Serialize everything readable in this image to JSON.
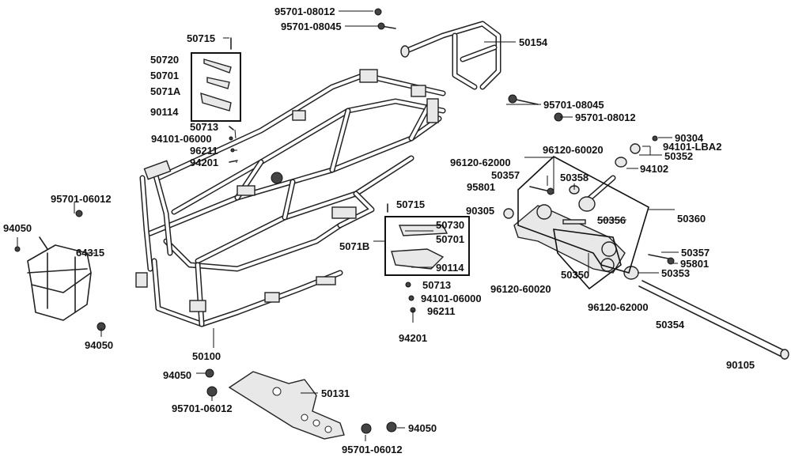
{
  "labels": {
    "l1": "95701-08012",
    "l2": "95701-08045",
    "l3": "50154",
    "l4": "50715",
    "l5": "50720",
    "l6": "50701",
    "l7": "5071A",
    "l8": "90114",
    "l9": "50713",
    "l10": "94101-06000",
    "l11": "96211",
    "l12": "94201",
    "l13": "95701-08045",
    "l14": "95701-08012",
    "l15": "90304",
    "l16": "94101-LBA2",
    "l17": "50352",
    "l18": "94102",
    "l19": "96120-60020",
    "l20": "96120-62000",
    "l21": "50357",
    "l22": "95801",
    "l23": "50358",
    "l24": "95701-06012",
    "l25": "94050",
    "l26": "64315",
    "l27": "94050",
    "l28": "50715",
    "l29": "50730",
    "l30": "5071B",
    "l31": "50701",
    "l32": "90114",
    "l33": "50713",
    "l34": "94101-06000",
    "l35": "96211",
    "l36": "94201",
    "l37": "90305",
    "l38": "50356",
    "l39": "50360",
    "l40": "50357",
    "l41": "95801",
    "l42": "50353",
    "l43": "50350",
    "l44": "96120-60020",
    "l45": "96120-62000",
    "l46": "50354",
    "l47": "90105",
    "l48": "50100",
    "l49": "94050",
    "l50": "50131",
    "l51": "95701-06012",
    "l52": "94050",
    "l53": "95701-06012"
  }
}
